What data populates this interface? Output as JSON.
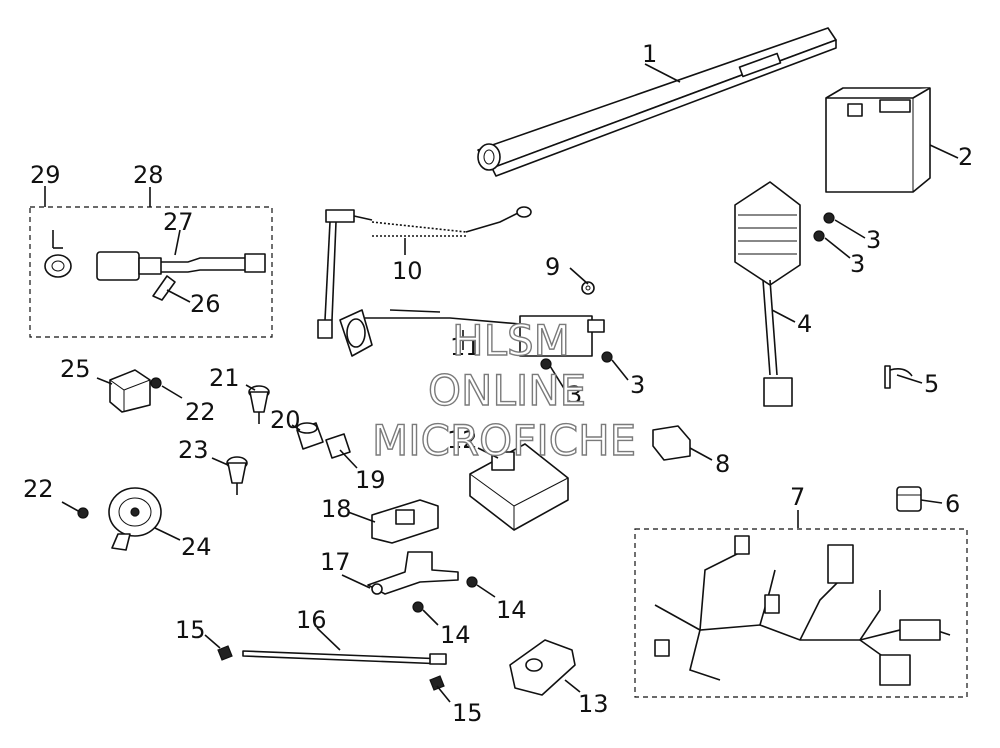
{
  "callouts": {
    "c1": "1",
    "c2": "2",
    "c3a": "3",
    "c3b": "3",
    "c3c": "3",
    "c3d": "3",
    "c4": "4",
    "c5": "5",
    "c6": "6",
    "c7": "7",
    "c8": "8",
    "c9": "9",
    "c10": "10",
    "c11": "11",
    "c12": "12",
    "c13": "13",
    "c14a": "14",
    "c14b": "14",
    "c15a": "15",
    "c15b": "15",
    "c16": "16",
    "c17": "17",
    "c18": "18",
    "c19": "19",
    "c20": "20",
    "c21": "21",
    "c22a": "22",
    "c22b": "22",
    "c23": "23",
    "c24": "24",
    "c25": "25",
    "c26": "26",
    "c27": "27",
    "c28": "28",
    "c29": "29"
  },
  "watermark": {
    "line1": "HLSM",
    "line2": "ONLINE",
    "line3": "MICROFICHE"
  }
}
